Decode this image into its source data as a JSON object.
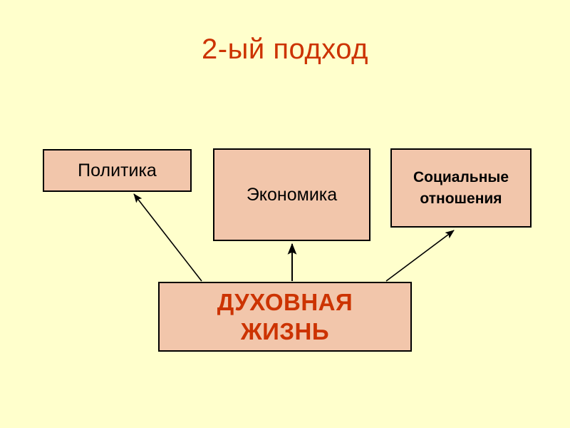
{
  "slide": {
    "background_color": "#ffffcc",
    "title": "2-ый подход",
    "title_color": "#cc3300"
  },
  "diagram": {
    "box_fill_color": "#f2c6ab",
    "box_border_color": "#000000",
    "nodes": [
      {
        "id": "politics",
        "label": "Политика",
        "text_color": "#000000",
        "bold": false
      },
      {
        "id": "economics",
        "label": "Экономика",
        "text_color": "#000000",
        "bold": false
      },
      {
        "id": "social",
        "label": "Социальные\nотношения",
        "text_color": "#000000",
        "bold": true
      },
      {
        "id": "spiritual",
        "label": "ДУХОВНАЯ\nЖИЗНЬ",
        "text_color": "#cc3300",
        "bold": true
      }
    ],
    "connectors": [
      {
        "id": "spiritual-to-politics",
        "from": "spiritual",
        "to": "politics",
        "direction": "up-left",
        "arrowhead": "to"
      },
      {
        "id": "spiritual-to-economics",
        "from": "spiritual",
        "to": "economics",
        "direction": "up",
        "arrowhead": "to"
      },
      {
        "id": "spiritual-to-social",
        "from": "spiritual",
        "to": "social",
        "direction": "up-right",
        "arrowhead": "to"
      }
    ]
  }
}
